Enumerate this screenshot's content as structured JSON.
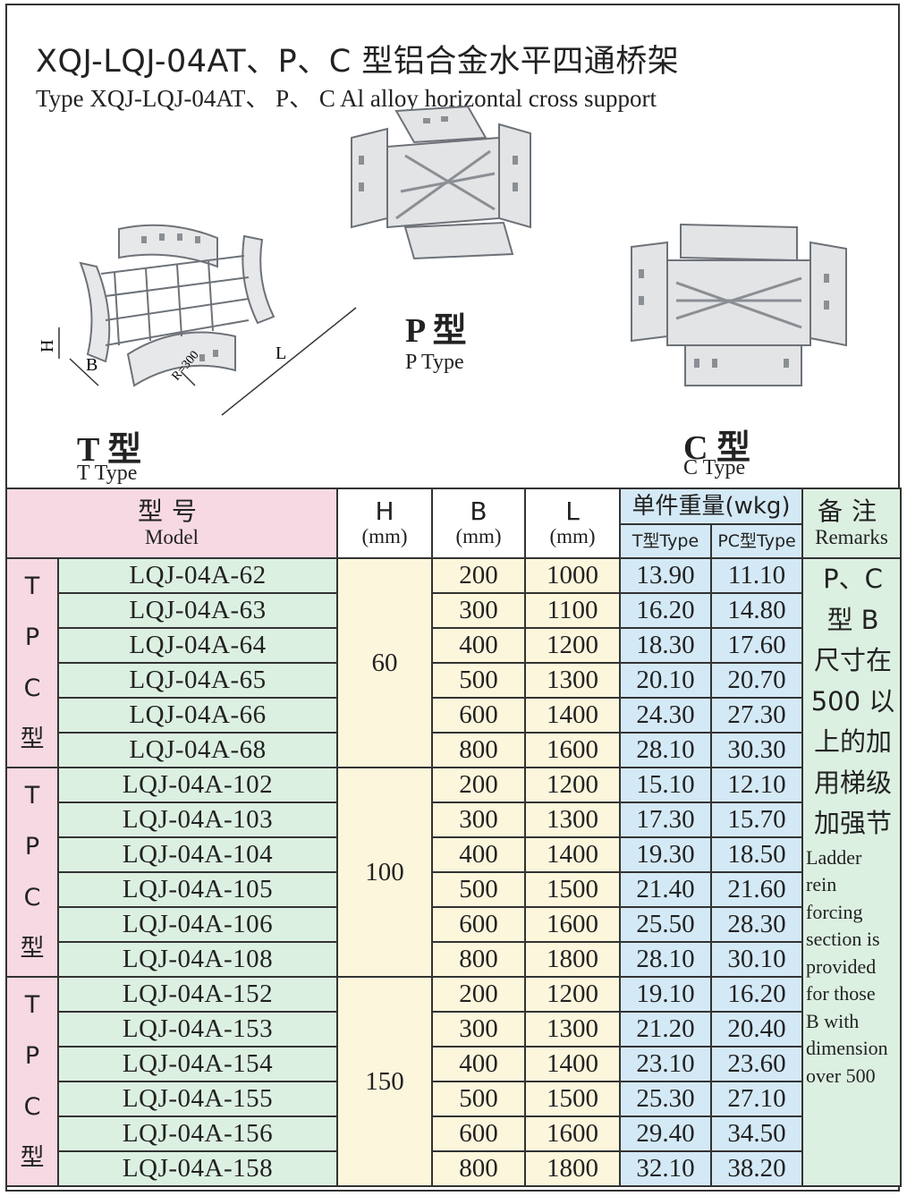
{
  "title": {
    "cn": "XQJ-LQJ-04AT、P、C 型铝合金水平四通桥架",
    "en": "Type XQJ-LQJ-04AT、 P、 C  Al alloy horizontal cross support"
  },
  "types": {
    "t": {
      "cn": "T 型",
      "en": "T Type"
    },
    "p": {
      "cn": "P 型",
      "en": "P Type"
    },
    "c": {
      "cn": "C 型",
      "en": "C Type"
    }
  },
  "dims": {
    "h": "H",
    "b": "B",
    "l": "L",
    "r": "R=300"
  },
  "table": {
    "model_cn": "型号",
    "model_en": "Model",
    "h": "H",
    "b": "B",
    "l": "L",
    "unit": "(mm)",
    "weight_title": "单件重量(wkg)",
    "weight_t": "T型Type",
    "weight_pc": "PC型Type",
    "remarks_cn": "备注",
    "remarks_en": "Remarks",
    "group_label": [
      "T",
      "P",
      "C",
      "型"
    ],
    "groups": [
      {
        "h": "60",
        "rows": [
          {
            "model": "LQJ-04A-62",
            "b": "200",
            "l": "1000",
            "t": "13.90",
            "pc": "11.10"
          },
          {
            "model": "LQJ-04A-63",
            "b": "300",
            "l": "1100",
            "t": "16.20",
            "pc": "14.80"
          },
          {
            "model": "LQJ-04A-64",
            "b": "400",
            "l": "1200",
            "t": "18.30",
            "pc": "17.60"
          },
          {
            "model": "LQJ-04A-65",
            "b": "500",
            "l": "1300",
            "t": "20.10",
            "pc": "20.70"
          },
          {
            "model": "LQJ-04A-66",
            "b": "600",
            "l": "1400",
            "t": "24.30",
            "pc": "27.30"
          },
          {
            "model": "LQJ-04A-68",
            "b": "800",
            "l": "1600",
            "t": "28.10",
            "pc": "30.30"
          }
        ]
      },
      {
        "h": "100",
        "rows": [
          {
            "model": "LQJ-04A-102",
            "b": "200",
            "l": "1200",
            "t": "15.10",
            "pc": "12.10"
          },
          {
            "model": "LQJ-04A-103",
            "b": "300",
            "l": "1300",
            "t": "17.30",
            "pc": "15.70"
          },
          {
            "model": "LQJ-04A-104",
            "b": "400",
            "l": "1400",
            "t": "19.30",
            "pc": "18.50"
          },
          {
            "model": "LQJ-04A-105",
            "b": "500",
            "l": "1500",
            "t": "21.40",
            "pc": "21.60"
          },
          {
            "model": "LQJ-04A-106",
            "b": "600",
            "l": "1600",
            "t": "25.50",
            "pc": "28.30"
          },
          {
            "model": "LQJ-04A-108",
            "b": "800",
            "l": "1800",
            "t": "28.10",
            "pc": "30.10"
          }
        ]
      },
      {
        "h": "150",
        "rows": [
          {
            "model": "LQJ-04A-152",
            "b": "200",
            "l": "1200",
            "t": "19.10",
            "pc": "16.20"
          },
          {
            "model": "LQJ-04A-153",
            "b": "300",
            "l": "1300",
            "t": "21.20",
            "pc": "20.40"
          },
          {
            "model": "LQJ-04A-154",
            "b": "400",
            "l": "1400",
            "t": "23.10",
            "pc": "23.60"
          },
          {
            "model": "LQJ-04A-155",
            "b": "500",
            "l": "1500",
            "t": "25.30",
            "pc": "27.10"
          },
          {
            "model": "LQJ-04A-156",
            "b": "600",
            "l": "1600",
            "t": "29.40",
            "pc": "34.50"
          },
          {
            "model": "LQJ-04A-158",
            "b": "800",
            "l": "1800",
            "t": "32.10",
            "pc": "38.20"
          }
        ]
      }
    ],
    "remarks_cn_lines": [
      "P、C",
      "型 B",
      "尺寸在",
      "500 以",
      "上的加",
      "用梯级",
      "加强节"
    ],
    "remarks_en_lines": [
      "Ladder",
      "rein",
      "forcing",
      "section is",
      "provided",
      "for those",
      "B with",
      "dimension",
      "over 500"
    ]
  }
}
